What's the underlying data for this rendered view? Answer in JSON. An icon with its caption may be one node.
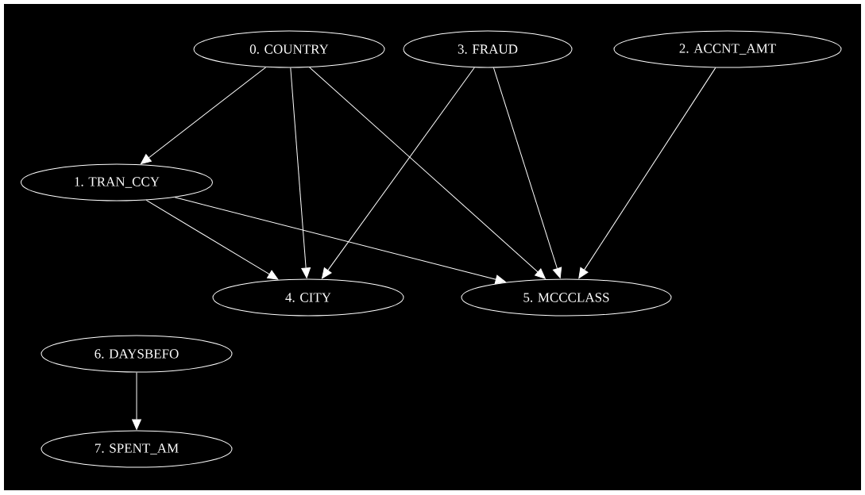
{
  "diagram": {
    "nodes": [
      {
        "text": [
          "0. COUNTRY"
        ]
      },
      {
        "text": [
          "3. FRAUD"
        ]
      },
      {
        "text": [
          "2. ACCNT_AMT"
        ]
      },
      {
        "text": [
          "1. TRAN_CCY"
        ]
      },
      {
        "text": [
          "4. CITY"
        ]
      },
      {
        "text": [
          "5. MCCCLASS"
        ]
      },
      {
        "text": [
          "6. DAYSBEFO"
        ]
      },
      {
        "text": [
          "7. SPENT_AM"
        ]
      }
    ],
    "edges": [
      {
        "from": 0,
        "to": 3,
        "arrow": "to"
      },
      {
        "from": 0,
        "to": 4,
        "arrow": "to"
      },
      {
        "from": 0,
        "to": 5,
        "arrow": "to"
      },
      {
        "from": 1,
        "to": 4,
        "arrow": "to"
      },
      {
        "from": 1,
        "to": 5,
        "arrow": "to"
      },
      {
        "from": 2,
        "to": 5,
        "arrow": "to"
      },
      {
        "from": 3,
        "to": 4,
        "arrow": "to"
      },
      {
        "from": 3,
        "to": 5,
        "arrow": "to"
      },
      {
        "from": 6,
        "to": 7,
        "arrow": "to"
      }
    ]
  }
}
